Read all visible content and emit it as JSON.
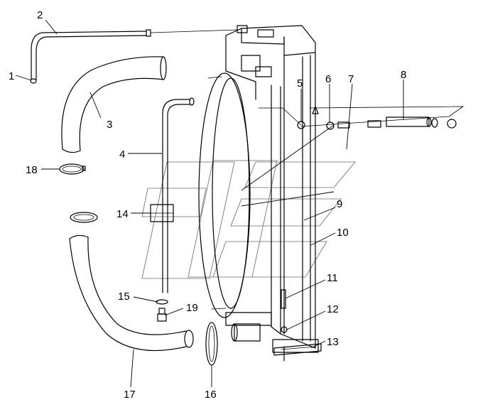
{
  "figure": {
    "callouts": [
      "1",
      "2",
      "3",
      "4",
      "5",
      "6",
      "7",
      "8",
      "9",
      "10",
      "11",
      "12",
      "13",
      "14",
      "15",
      "16",
      "17",
      "18",
      "19"
    ]
  }
}
